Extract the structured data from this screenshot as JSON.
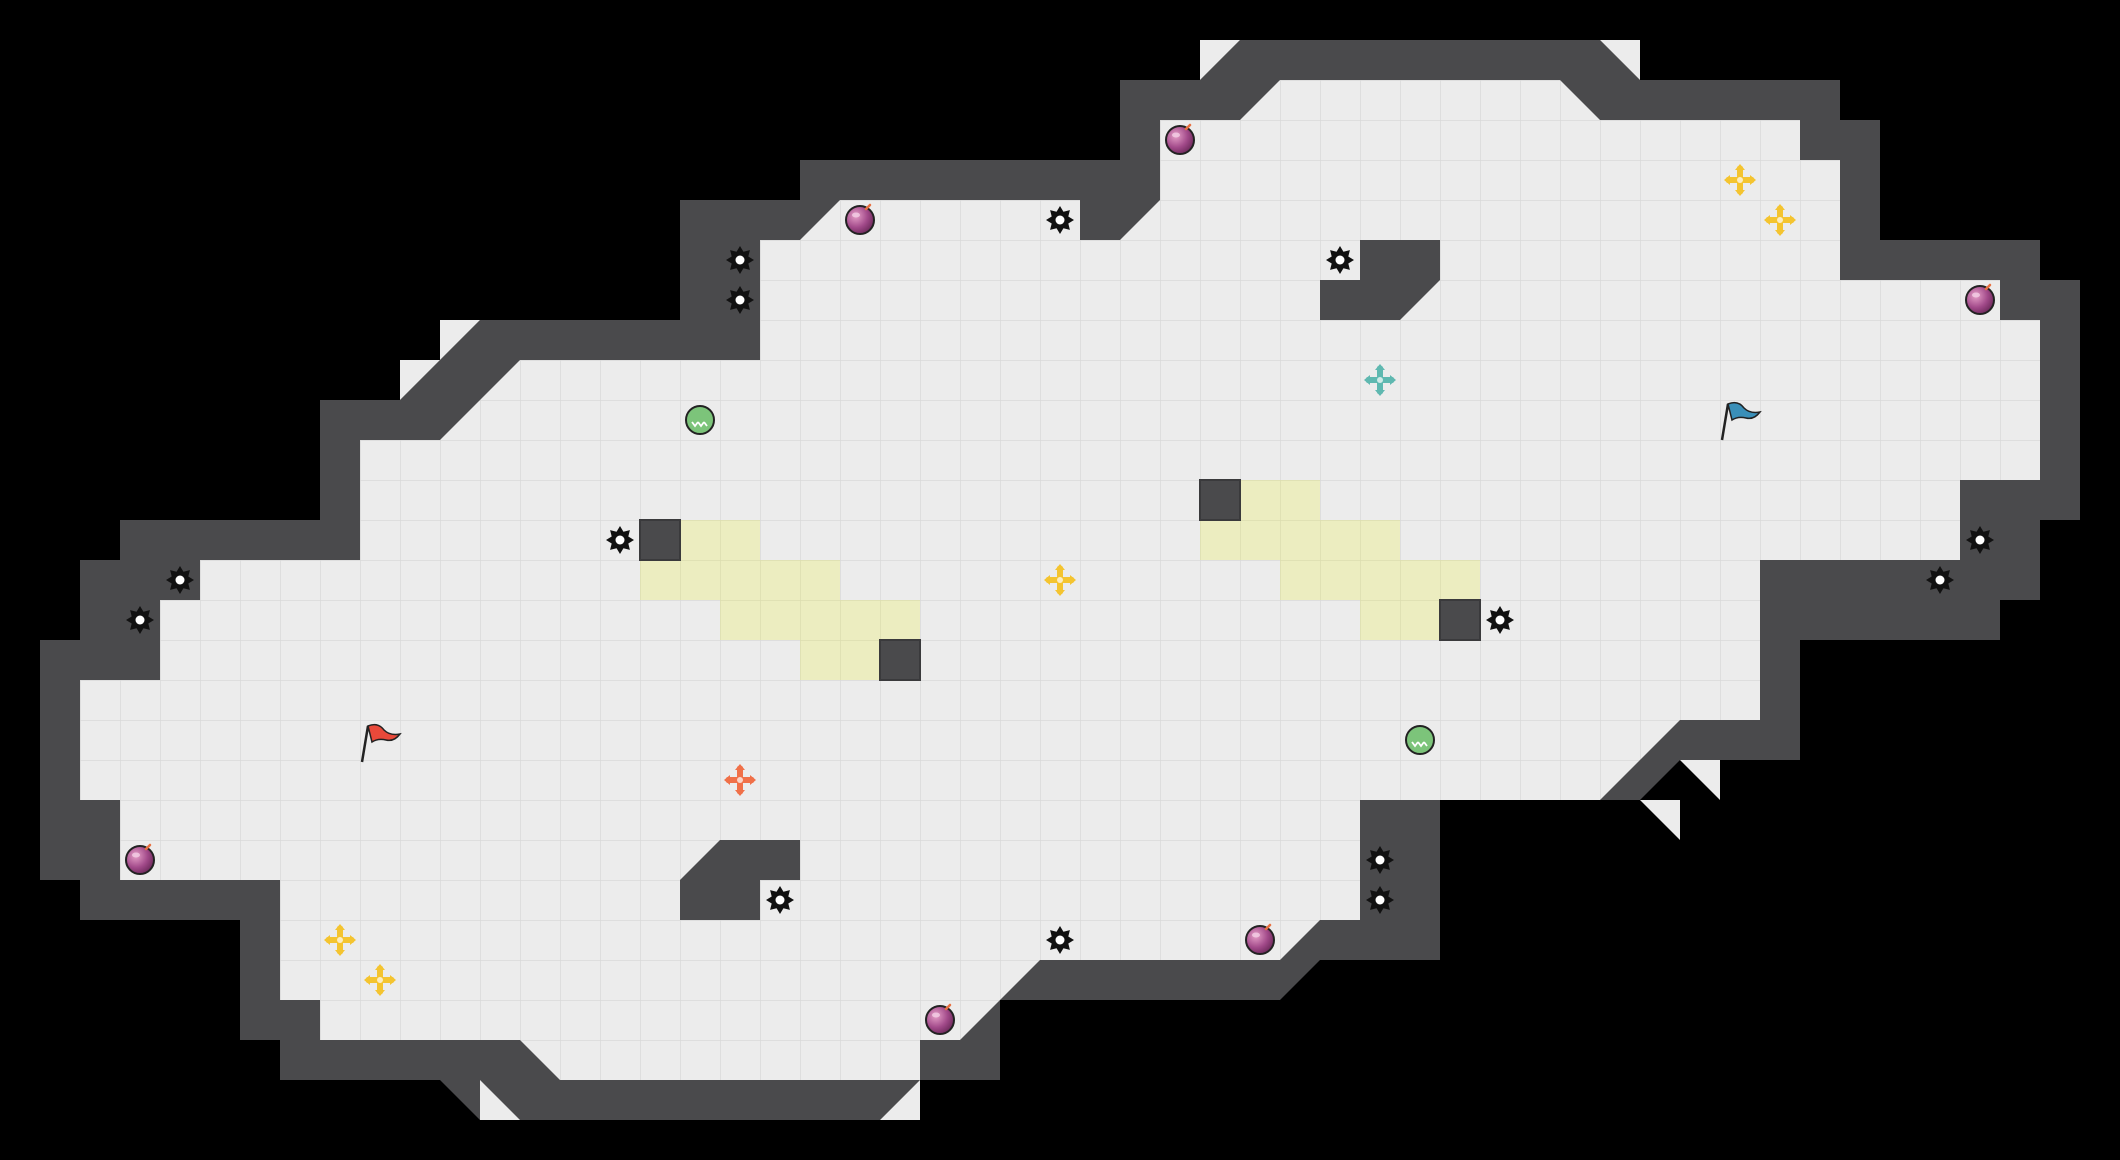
{
  "game": {
    "name": "",
    "map_style": "top-down tile arena",
    "colors": {
      "background": "#000000",
      "floor": "#ececec",
      "floor_grid": "#d9d9d9",
      "wall": "#4a4a4c",
      "wall_edge": "#3a3a3c",
      "yellow_zone": "#ecedc0",
      "yellow_zone_grid": "#dcddb0",
      "team_red": "#e8493a",
      "team_blue": "#3a8fb8",
      "powerup_yellow": "#f4c430",
      "powerup_red": "#f07048",
      "powerup_teal": "#5fb8b0",
      "bomb": "#a24a8a",
      "boost_green": "#7cc47a",
      "spike": "#111111"
    },
    "flags": [
      {
        "team": "red",
        "icon": "red-flag-icon"
      },
      {
        "team": "blue",
        "icon": "blue-flag-icon"
      }
    ],
    "legend": {
      "spike": "spike-icon",
      "bomb": "bomb-icon",
      "boost": "boost-icon",
      "powerup": "powerup-icon",
      "wall_block": "wall-block"
    }
  }
}
